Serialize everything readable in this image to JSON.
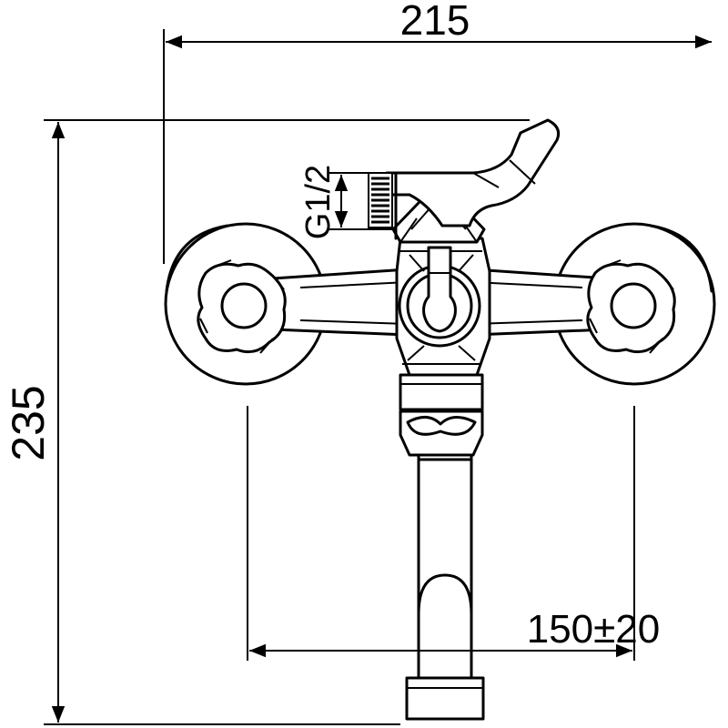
{
  "drawing": {
    "dimensions": {
      "overall_width": "215",
      "overall_height": "235",
      "inlet_spacing": "150±20",
      "thread_size": "G1/2"
    },
    "colors": {
      "line": "#000000",
      "background": "#ffffff"
    }
  }
}
